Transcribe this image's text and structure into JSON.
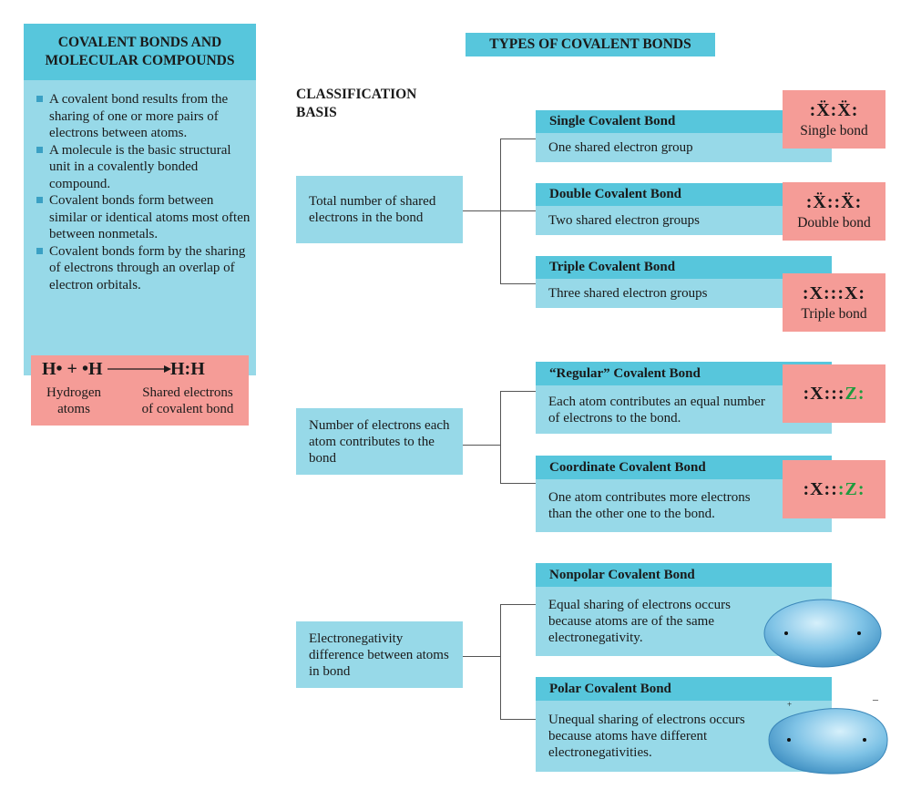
{
  "left_panel": {
    "title_line1": "COVALENT BONDS AND",
    "title_line2": "MOLECULAR COMPOUNDS",
    "bullets": [
      "A covalent bond results from the sharing of one or more pairs of electrons between atoms.",
      "A molecule is the basic structural unit in a covalently bonded compound.",
      "Covalent bonds form between similar or identical atoms most often between nonmetals.",
      "Covalent bonds form by the sharing of electrons through an overlap of electron orbitals."
    ],
    "reaction": {
      "reactants": "H• + •H",
      "product": "H:H",
      "left_caption_line1": "Hydrogen",
      "left_caption_line2": "atoms",
      "right_caption_line1": "Shared electrons",
      "right_caption_line2": "of covalent bond"
    }
  },
  "header": {
    "types_title": "TYPES OF COVALENT BONDS",
    "classification_label": "CLASSIFICATION BASIS"
  },
  "categories": [
    "Total number of shared electrons in the bond",
    "Number of electrons each atom contributes to the bond",
    "Electronegativity difference between atoms in bond"
  ],
  "bonds": {
    "single": {
      "title": "Single Covalent Bond",
      "desc": "One shared electron group",
      "formula": ":Ẍ:Ẍ:",
      "caption": "Single bond"
    },
    "double": {
      "title": "Double Covalent Bond",
      "desc": "Two shared electron groups",
      "formula": ":Ẍ::Ẍ:",
      "caption": "Double bond"
    },
    "triple": {
      "title": "Triple Covalent Bond",
      "desc": "Three shared electron groups",
      "formula": ":X:::X:",
      "caption": "Triple bond"
    },
    "regular": {
      "title": "“Regular” Covalent Bond",
      "desc": "Each atom contributes an equal number of electrons to the bond.",
      "formula_x": ":X",
      "formula_dots": ":::",
      "formula_z": "Z:"
    },
    "coordinate": {
      "title": "Coordinate Covalent Bond",
      "desc": "One atom contributes more electrons than the other one to the bond.",
      "formula_x": ":X",
      "formula_dots": "::",
      "formula_z": ":Z:"
    },
    "nonpolar": {
      "title": "Nonpolar Covalent Bond",
      "desc": "Equal sharing of electrons occurs because atoms are of the same electronegativity."
    },
    "polar": {
      "title": "Polar Covalent Bond",
      "desc": "Unequal sharing of electrons occurs because atoms have different electronegativities.",
      "plus": "+",
      "minus": "–"
    }
  },
  "colors": {
    "header_blue": "#57c6dc",
    "light_blue": "#97d9e8",
    "pink": "#f59c97",
    "green": "#1e9b3e",
    "blob": "#6fb8dc"
  }
}
